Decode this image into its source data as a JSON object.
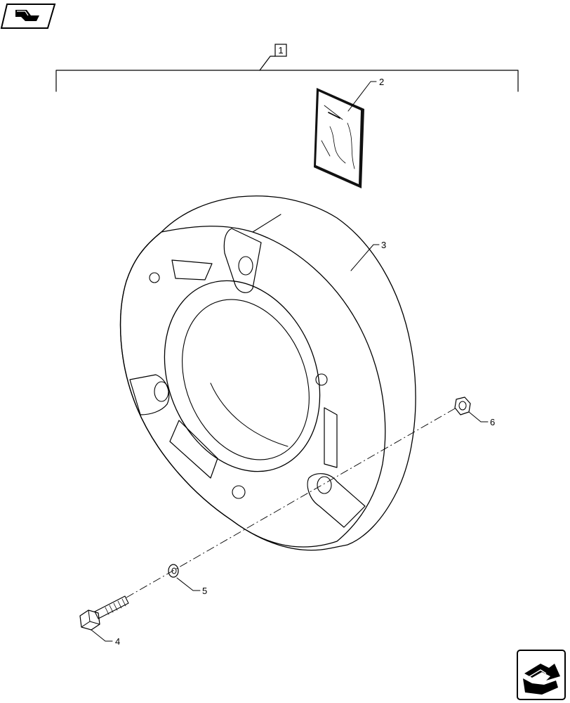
{
  "diagram": {
    "callouts": {
      "c1": "1",
      "c2": "2",
      "c3": "3",
      "c4": "4",
      "c5": "5",
      "c6": "6"
    },
    "icons": {
      "top_left": "previous-page-icon",
      "bottom_right": "next-page-icon"
    },
    "parts": [
      "wheel-weight-kit",
      "instruction-sheet",
      "wheel-weight",
      "bolt",
      "washer",
      "nut"
    ]
  }
}
